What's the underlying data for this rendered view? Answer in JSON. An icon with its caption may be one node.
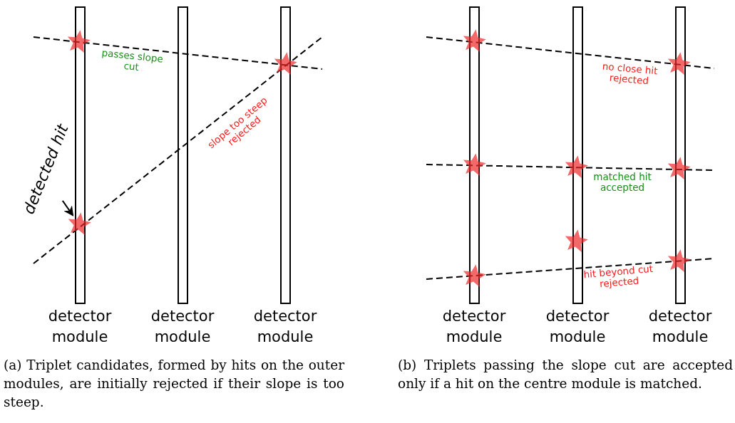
{
  "diagram": {
    "nodes": [
      {
        "text": [
          "detector module"
        ]
      },
      {
        "text": [
          "detector module"
        ]
      },
      {
        "text": [
          "detector module"
        ]
      },
      {
        "text": [
          "detector module"
        ]
      },
      {
        "text": [
          "detector module"
        ]
      },
      {
        "text": [
          "detector module"
        ]
      },
      {
        "text": [],
        "shape": "star"
      },
      {
        "text": [],
        "shape": "star"
      },
      {
        "text": [],
        "shape": "star"
      },
      {
        "text": [],
        "shape": "star"
      },
      {
        "text": [],
        "shape": "star"
      },
      {
        "text": [],
        "shape": "star"
      },
      {
        "text": [],
        "shape": "star"
      },
      {
        "text": [],
        "shape": "star"
      },
      {
        "text": [],
        "shape": "star"
      },
      {
        "text": [],
        "shape": "star"
      },
      {
        "text": [],
        "shape": "star"
      },
      {
        "text": [
          "detected hit"
        ]
      }
    ],
    "edges": [
      {
        "from": 17,
        "to": 8,
        "arrow": "to"
      }
    ],
    "labels": [
      "passes slope cut",
      "slope too steep rejected",
      "no close hit rejected",
      "matched hit accepted",
      "hit beyond cut rejected",
      "(a) Triplet candidates, formed by hits on the outer modules, are initially rejected if their slope is too steep.",
      "(b) Triplets passing the slope cut are accepted only if a hit on the centre module is matched."
    ]
  }
}
